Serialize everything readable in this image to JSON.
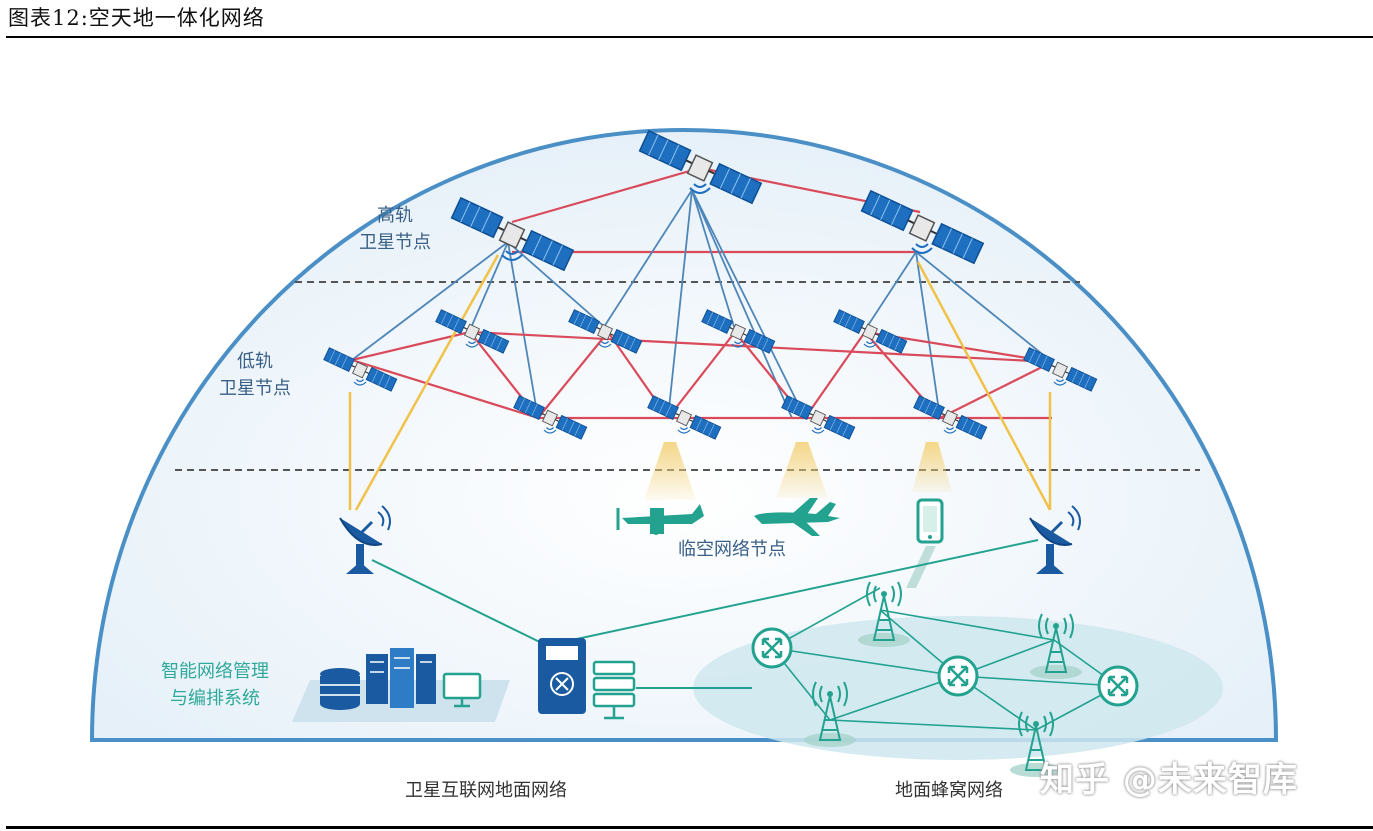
{
  "caption": "图表12:空天地一体化网络",
  "labels": {
    "geo_line1": "高轨",
    "geo_line2": "卫星节点",
    "leo_line1": "低轨",
    "leo_line2": "卫星节点",
    "near_space": "临空网络节点",
    "mgmt_line1": "智能网络管理",
    "mgmt_line2": "与编排系统",
    "ground_network": "卫星互联网地面网络",
    "cellular_network": "地面蜂窝网络"
  },
  "watermark": "知乎 @未来智库",
  "colors": {
    "dome": "#4a8fc6",
    "satellite": "#1e6fc0",
    "red_link": "#d94a5a",
    "blue_link": "#4f86b8",
    "yellow_link": "#f0c24a",
    "teal": "#22a28f",
    "dark_blue_device": "#1a5aa0"
  },
  "icons": {
    "satellite": "satellite-icon",
    "dish": "satellite-dish-icon",
    "plane": "airplane-icon",
    "jet": "jet-icon",
    "phone": "smartphone-icon",
    "tower": "cell-tower-icon",
    "router": "router-icon",
    "database": "database-icon",
    "server": "server-icon",
    "monitor": "monitor-icon",
    "gateway": "gateway-icon"
  }
}
